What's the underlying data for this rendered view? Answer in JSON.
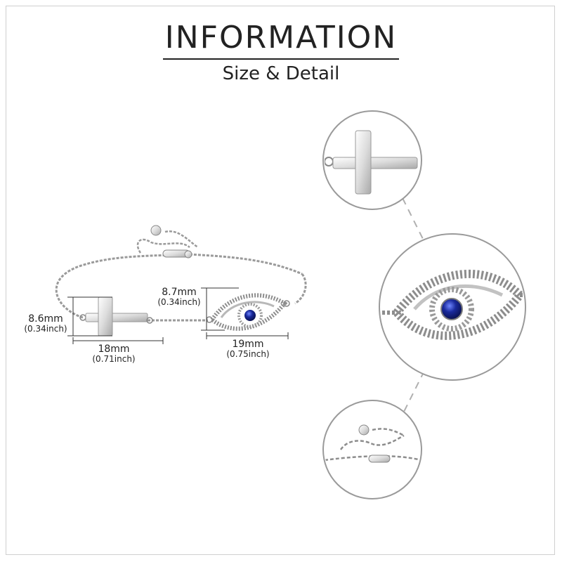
{
  "header": {
    "title": "INFORMATION",
    "subtitle": "Size & Detail"
  },
  "dimensions": {
    "cross_height": {
      "mm": "8.6mm",
      "inch": "(0.34inch)"
    },
    "cross_width": {
      "mm": "18mm",
      "inch": "(0.71inch)"
    },
    "eye_height": {
      "mm": "8.7mm",
      "inch": "(0.34inch)"
    },
    "eye_width": {
      "mm": "19mm",
      "inch": "(0.75inch)"
    }
  },
  "colors": {
    "stone_blue": "#1a2a9c",
    "metal": "#d9d9d9",
    "outline": "#9a9a9a",
    "connector_dash": "#b0b0b0"
  },
  "icons": [
    "cross-charm-icon",
    "evil-eye-charm-icon",
    "chain-extender-icon"
  ]
}
